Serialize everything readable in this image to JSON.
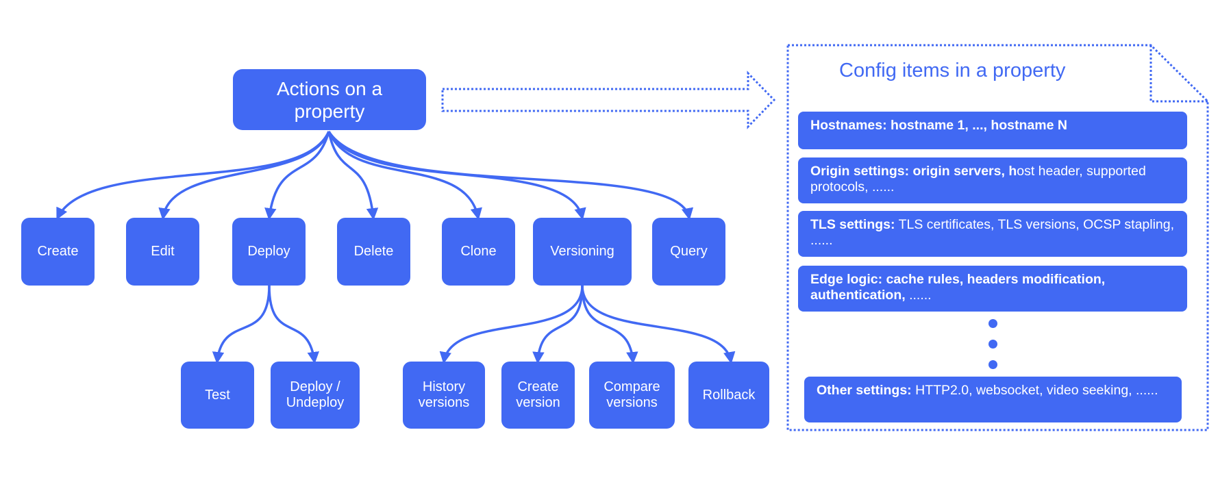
{
  "colors": {
    "primary": "#4169f3",
    "background": "#ffffff"
  },
  "diagram": {
    "root_label": "Actions on a\nproperty",
    "actions": [
      "Create",
      "Edit",
      "Deploy",
      "Delete",
      "Clone",
      "Versioning",
      "Query"
    ],
    "deploy_children": [
      "Test",
      "Deploy /\nUndeploy"
    ],
    "versioning_children": [
      "History\nversions",
      "Create\nversion",
      "Compare\nversions",
      "Rollback"
    ]
  },
  "config_panel": {
    "title": "Config items in a property",
    "items": [
      {
        "bold": "Hostnames: hostname 1, ..., hostname N",
        "normal": ""
      },
      {
        "bold": "Origin settings: origin servers, h",
        "normal": "ost header, supported protocols, ......"
      },
      {
        "bold": "TLS settings:",
        "normal": " TLS certificates, TLS versions, OCSP stapling, ......"
      },
      {
        "bold": "Edge logic: cache rules, headers modification, authentication,",
        "normal": " ......"
      },
      {
        "bold": "Other settings:",
        "normal": " HTTP2.0, websocket, video seeking, ......"
      }
    ]
  }
}
